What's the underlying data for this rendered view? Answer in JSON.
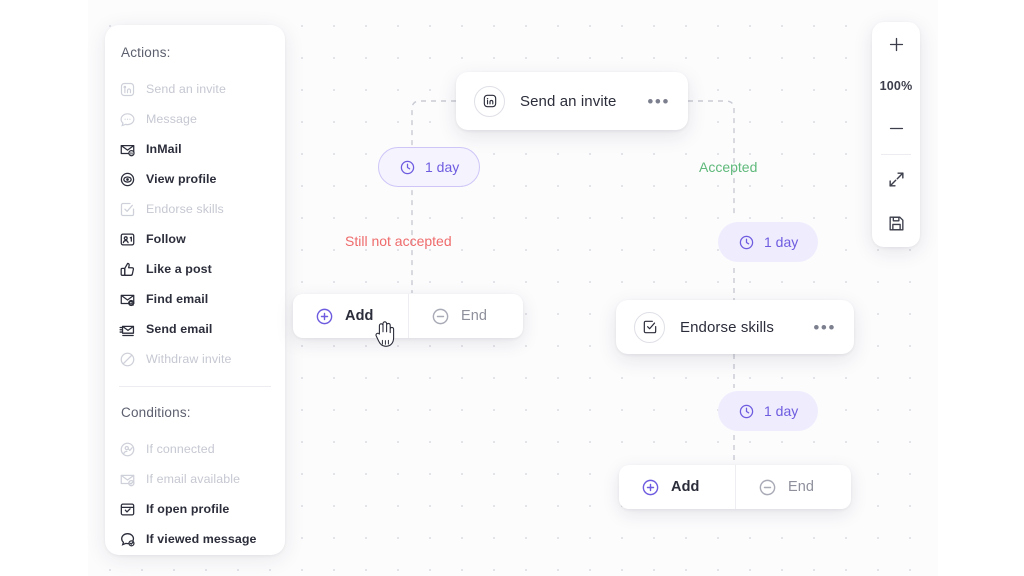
{
  "sidebar": {
    "actions_title": "Actions:",
    "conditions_title": "Conditions:",
    "actions": [
      {
        "label": "Send an invite",
        "icon": "linkedin-icon",
        "disabled": true
      },
      {
        "label": "Message",
        "icon": "message-bubble-icon",
        "disabled": true
      },
      {
        "label": "InMail",
        "icon": "inmail-envelope-icon",
        "disabled": false
      },
      {
        "label": "View profile",
        "icon": "eye-icon",
        "disabled": false
      },
      {
        "label": "Endorse skills",
        "icon": "checkbox-check-icon",
        "disabled": true
      },
      {
        "label": "Follow",
        "icon": "person-badge-icon",
        "disabled": false
      },
      {
        "label": "Like a post",
        "icon": "thumbs-up-icon",
        "disabled": false
      },
      {
        "label": "Find email",
        "icon": "envelope-search-icon",
        "disabled": false
      },
      {
        "label": "Send email",
        "icon": "envelope-send-icon",
        "disabled": false
      },
      {
        "label": "Withdraw invite",
        "icon": "block-circle-icon",
        "disabled": true
      }
    ],
    "conditions": [
      {
        "label": "If connected",
        "icon": "person-check-icon",
        "disabled": true
      },
      {
        "label": "If email available",
        "icon": "envelope-check-icon",
        "disabled": true
      },
      {
        "label": "If open profile",
        "icon": "window-check-icon",
        "disabled": false
      },
      {
        "label": "If viewed message",
        "icon": "bubble-check-icon",
        "disabled": false
      }
    ]
  },
  "flow": {
    "root_node": {
      "title": "Send an invite",
      "icon": "linkedin-icon",
      "menu": "•••"
    },
    "endorse_node": {
      "title": "Endorse skills",
      "icon": "checkbox-check-icon",
      "menu": "•••"
    },
    "delay_left": {
      "label": "1 day",
      "icon": "clock-icon"
    },
    "delay_right_top": {
      "label": "1 day",
      "icon": "clock-icon"
    },
    "delay_right_bottom": {
      "label": "1 day",
      "icon": "clock-icon"
    },
    "branch_negative": "Still not accepted",
    "branch_positive": "Accepted",
    "left_bar": {
      "add": "Add",
      "end": "End"
    },
    "bottom_bar": {
      "add": "Add",
      "end": "End"
    }
  },
  "zoom_toolbar": {
    "zoom_in": "zoom-in-plus-icon",
    "level": "100%",
    "zoom_out": "zoom-out-minus-icon",
    "fit": "fit-screen-icon",
    "save": "save-floppy-icon"
  },
  "colors": {
    "accent_purple": "#6d5ce0",
    "pill_bg": "#efecfd",
    "negative_red": "#ef6b6b",
    "positive_green": "#5fb97a",
    "text_dark": "#2b2d3a",
    "text_muted": "#c6c8d2"
  }
}
